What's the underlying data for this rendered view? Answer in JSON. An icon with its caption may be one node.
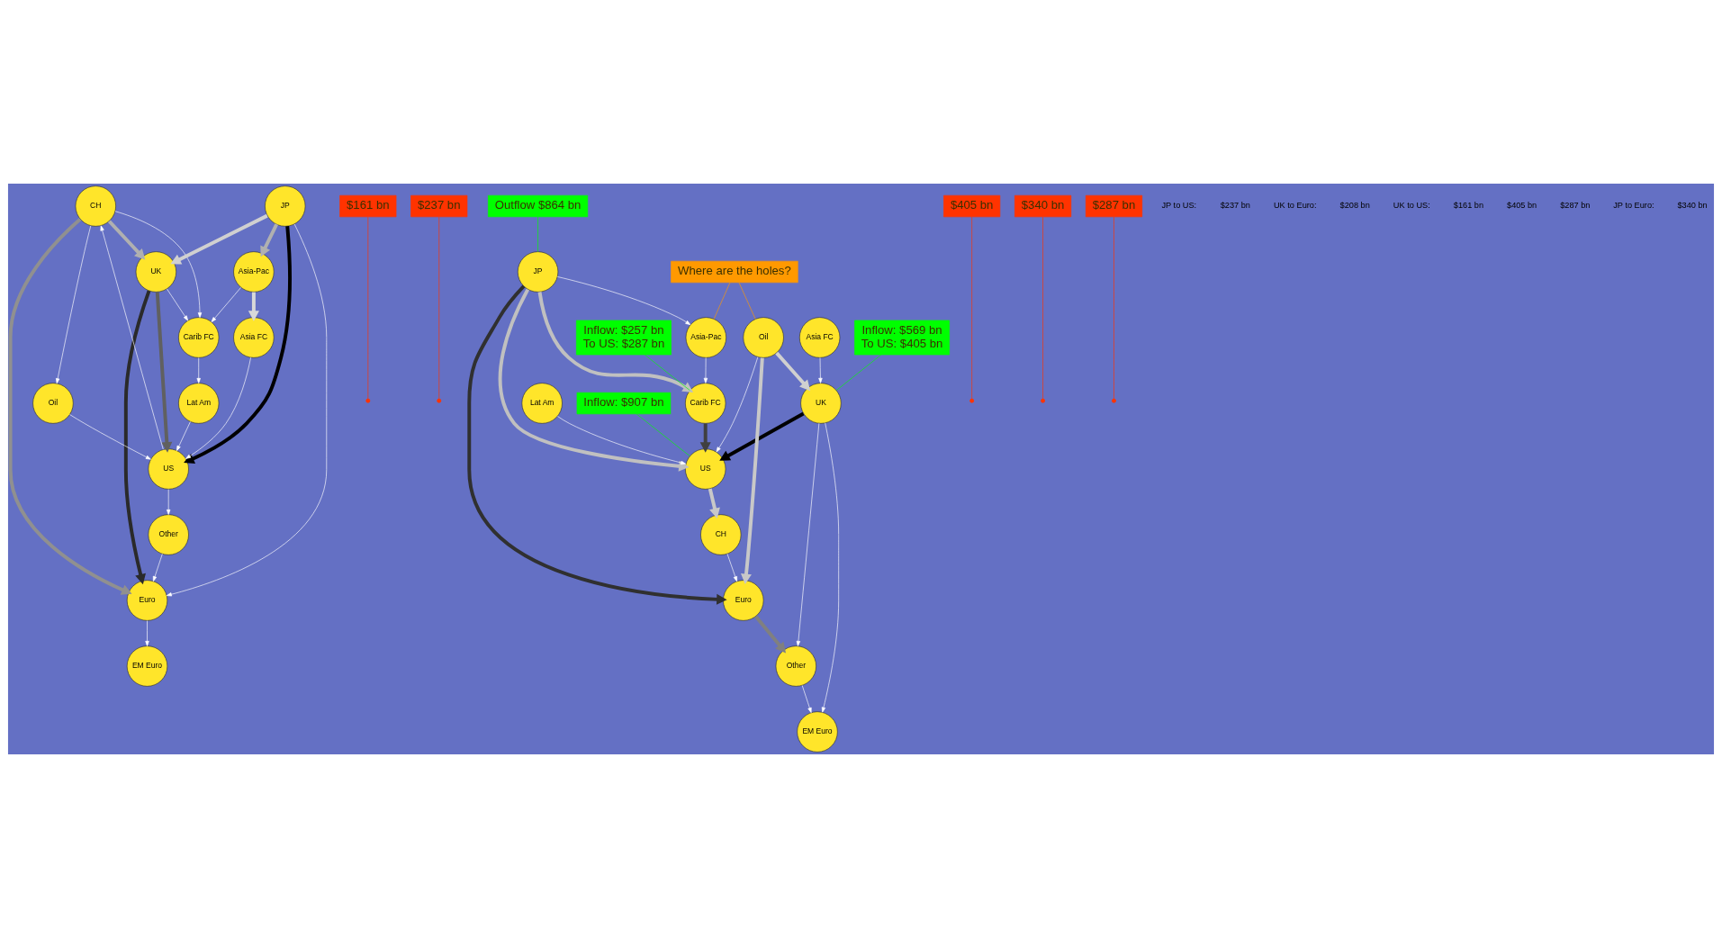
{
  "diagram": {
    "nodes": [
      {
        "text": [
          "CH"
        ]
      },
      {
        "text": [
          "Euro"
        ]
      },
      {
        "text": [
          "Other"
        ]
      },
      {
        "text": [
          "UK"
        ]
      },
      {
        "text": [
          "EM Euro"
        ]
      },
      {
        "text": [
          "US"
        ]
      },
      {
        "text": [
          "JP"
        ]
      },
      {
        "text": [
          "Lat Am"
        ]
      },
      {
        "text": [
          "Carib FC"
        ]
      },
      {
        "text": [
          "Asia FC"
        ]
      },
      {
        "text": [
          "Asia-Pac"
        ]
      },
      {
        "text": [
          "Oil"
        ]
      },
      {
        "text": [
          "$161 bn"
        ]
      },
      {
        "text": [
          "$237 bn"
        ]
      },
      {
        "text": [
          "CH"
        ]
      },
      {
        "text": [
          "Euro"
        ]
      },
      {
        "text": [
          "Other"
        ]
      },
      {
        "text": [
          "UK"
        ]
      },
      {
        "text": [
          "EM Euro"
        ]
      },
      {
        "text": [
          "US"
        ]
      },
      {
        "text": [
          "JP"
        ]
      },
      {
        "text": [
          "Lat Am"
        ]
      },
      {
        "text": [
          "Carib FC"
        ]
      },
      {
        "text": [
          "Asia FC"
        ]
      },
      {
        "text": [
          "Asia-Pac"
        ]
      },
      {
        "text": [
          "Oil"
        ]
      },
      {
        "text": [
          "Inflow: $907 bn"
        ]
      },
      {
        "text": [
          "$405 bn"
        ]
      },
      {
        "text": [
          "Inflow: $569 bn",
          "To US: $405 bn"
        ]
      },
      {
        "text": [
          "$340 bn"
        ]
      },
      {
        "text": [
          "Outflow $864 bn"
        ]
      },
      {
        "text": [
          "Where are the holes?"
        ]
      },
      {
        "text": [
          "$287 bn"
        ]
      },
      {
        "text": [
          "Inflow: $257 bn",
          "To US: $287 bn"
        ]
      }
    ],
    "edges": [
      {
        "from": 6,
        "to": 5,
        "arrow": "to",
        "style": "thick",
        "color": "#000000"
      },
      {
        "from": 3,
        "to": 1,
        "arrow": "to",
        "style": "thick",
        "color": "#2a2a2a"
      },
      {
        "from": 3,
        "to": 5,
        "arrow": "to",
        "style": "thick",
        "color": "#606060"
      },
      {
        "from": 0,
        "to": 1,
        "arrow": "to",
        "style": "thick",
        "color": "#909090"
      },
      {
        "from": 0,
        "to": 3,
        "arrow": "to",
        "style": "thick",
        "color": "#b0b0b0"
      },
      {
        "from": 6,
        "to": 10,
        "arrow": "to",
        "style": "thick",
        "color": "#b0b0b0"
      },
      {
        "from": 6,
        "to": 3,
        "arrow": "to",
        "style": "thick",
        "color": "#d0d0d0"
      },
      {
        "from": 10,
        "to": 9,
        "arrow": "to",
        "style": "thick",
        "color": "#d8d8d8"
      },
      {
        "from": 5,
        "to": 2,
        "arrow": "to"
      },
      {
        "from": 5,
        "to": 0,
        "arrow": "to"
      },
      {
        "from": 7,
        "to": 5,
        "arrow": "to"
      },
      {
        "from": 8,
        "to": 7,
        "arrow": "to"
      },
      {
        "from": 2,
        "to": 1,
        "arrow": "to"
      },
      {
        "from": 1,
        "to": 4,
        "arrow": "to"
      },
      {
        "from": 6,
        "to": 1,
        "arrow": "to"
      },
      {
        "from": 3,
        "to": 8,
        "arrow": "to"
      },
      {
        "from": 9,
        "to": 5,
        "arrow": "to"
      },
      {
        "from": 11,
        "to": 5,
        "arrow": "to"
      },
      {
        "from": 0,
        "to": 8,
        "arrow": "to"
      },
      {
        "from": 0,
        "to": 11,
        "arrow": "to"
      },
      {
        "from": 10,
        "to": 8,
        "arrow": "to"
      },
      {
        "from": 12,
        "to": null,
        "arrow": "other",
        "color": "#ff3300"
      },
      {
        "from": 13,
        "to": null,
        "arrow": "other",
        "color": "#ff3300"
      },
      {
        "from": 17,
        "to": 19,
        "arrow": "to",
        "style": "thick",
        "color": "#000000"
      },
      {
        "from": 22,
        "to": 19,
        "arrow": "to",
        "style": "thick",
        "color": "#404040"
      },
      {
        "from": 20,
        "to": 15,
        "arrow": "to",
        "style": "thick",
        "color": "#303030"
      },
      {
        "from": 15,
        "to": 16,
        "arrow": "to",
        "style": "thick",
        "color": "#808080"
      },
      {
        "from": 20,
        "to": 19,
        "arrow": "to",
        "style": "thick",
        "color": "#c0c0c0"
      },
      {
        "from": 20,
        "to": 22,
        "arrow": "to",
        "style": "thick",
        "color": "#c0c0c0"
      },
      {
        "from": 25,
        "to": 17,
        "arrow": "to",
        "style": "thick",
        "color": "#d0d0d0"
      },
      {
        "from": 19,
        "to": 14,
        "arrow": "to",
        "style": "thick",
        "color": "#c8c8c8"
      },
      {
        "from": 25,
        "to": 15,
        "arrow": "to",
        "style": "thick",
        "color": "#c8c8c8"
      },
      {
        "from": 17,
        "to": 18,
        "arrow": "to"
      },
      {
        "from": 17,
        "to": 16,
        "arrow": "to"
      },
      {
        "from": 25,
        "to": 19,
        "arrow": "to"
      },
      {
        "from": 24,
        "to": 22,
        "arrow": "to"
      },
      {
        "from": 20,
        "to": 24,
        "arrow": "to"
      },
      {
        "from": 21,
        "to": 19,
        "arrow": "to"
      },
      {
        "from": 16,
        "to": 18,
        "arrow": "to"
      },
      {
        "from": 23,
        "to": 17,
        "arrow": "to"
      },
      {
        "from": 14,
        "to": 15,
        "arrow": "to"
      },
      {
        "from": 26,
        "to": 19,
        "arrow": "none",
        "color": "#00ff00"
      },
      {
        "from": 27,
        "to": null,
        "arrow": "other",
        "color": "#ff3300"
      },
      {
        "from": 28,
        "to": 17,
        "arrow": "none",
        "color": "#00ff00"
      },
      {
        "from": 29,
        "to": null,
        "arrow": "other",
        "color": "#ff3300"
      },
      {
        "from": 30,
        "to": 20,
        "arrow": "none",
        "color": "#00ff00"
      },
      {
        "from": 31,
        "to": 25,
        "arrow": "none",
        "color": "#ff9900"
      },
      {
        "from": 31,
        "to": 24,
        "arrow": "none",
        "color": "#ff9900"
      },
      {
        "from": 32,
        "to": null,
        "arrow": "other",
        "color": "#ff3300"
      },
      {
        "from": 33,
        "to": 22,
        "arrow": "none",
        "color": "#00ff00"
      }
    ],
    "labels": [
      "JP to US:",
      "$237 bn",
      "UK to Euro:",
      "$208 bn",
      "UK to US:",
      "$161 bn",
      "$405 bn",
      "$287 bn",
      "JP to Euro:",
      "$340 bn"
    ]
  }
}
